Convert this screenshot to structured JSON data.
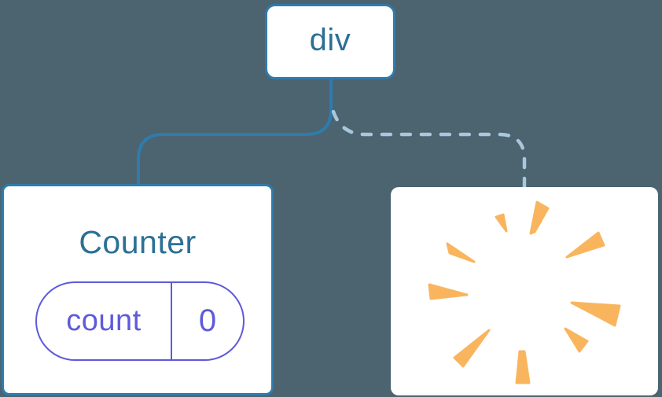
{
  "diagram": {
    "description": "component-tree-diagram",
    "root_node": {
      "label": "div"
    },
    "counter_card": {
      "title": "Counter",
      "state_pill": {
        "key": "count",
        "value": "0"
      }
    },
    "removed_card": {
      "icon": "poof-sparks-icon"
    },
    "edges": [
      {
        "from": "div",
        "to": "Counter",
        "style": "solid"
      },
      {
        "from": "div",
        "to": "removed-component",
        "style": "dashed"
      }
    ]
  },
  "colors": {
    "background": "#4C6370",
    "card_bg": "#FFFFFF",
    "node_border": "#2E7CAD",
    "node_text": "#2C7095",
    "solid_edge": "#2E7CAD",
    "dashed_edge": "#A9C7DC",
    "pill_accent": "#5E5ADA",
    "spark": "#F9B55E"
  }
}
